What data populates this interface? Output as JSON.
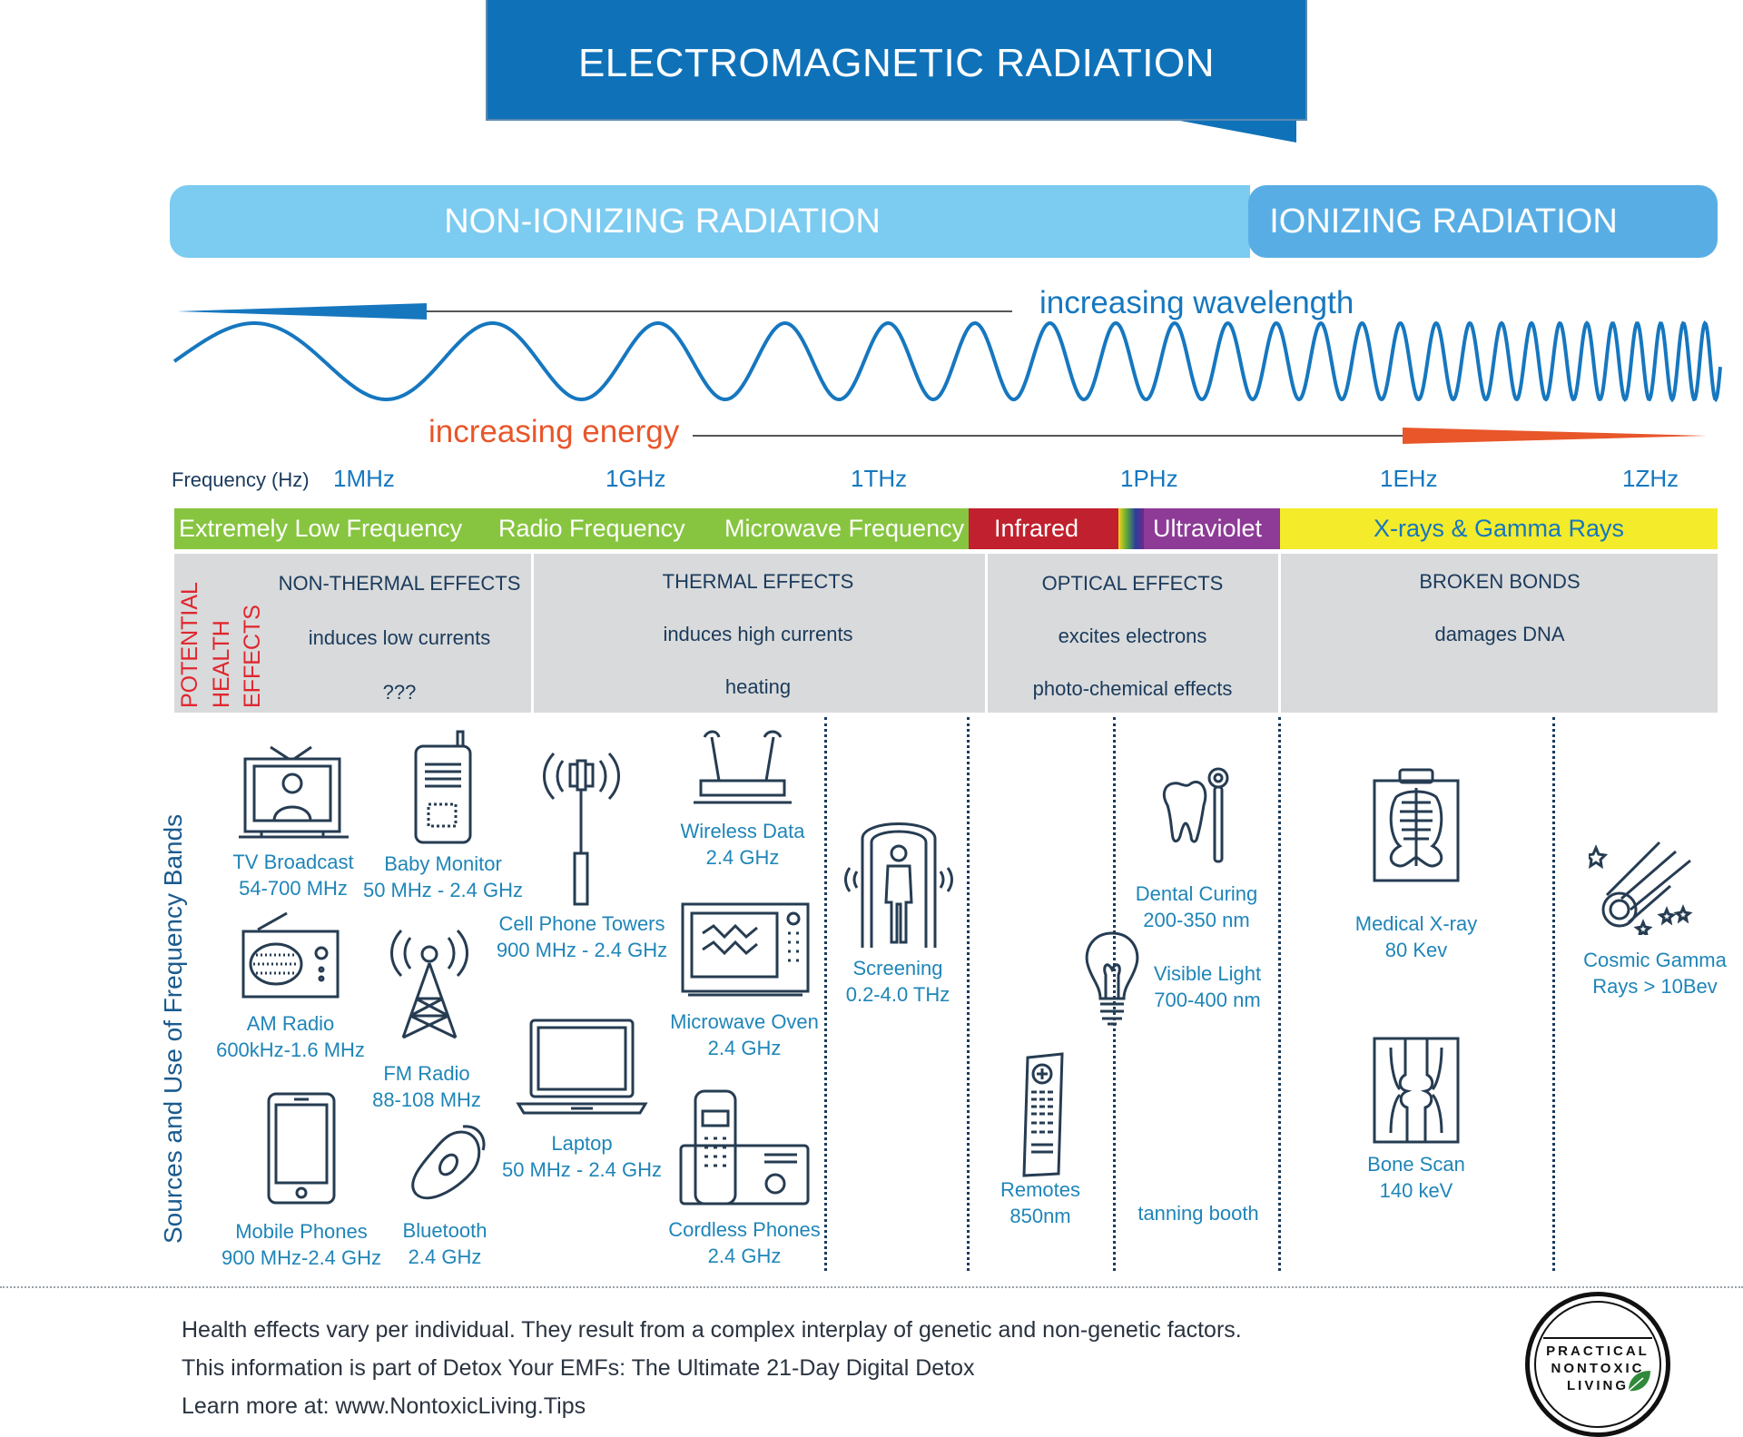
{
  "title": "ELECTROMAGNETIC RADIATION SPECTRUM",
  "radiation": {
    "non_ionizing": "NON-IONIZING RADIATION",
    "ionizing": "IONIZING RADIATION"
  },
  "wavelength_label": "increasing wavelength",
  "energy_label": "increasing energy",
  "frequency": {
    "title": "Frequency (Hz)",
    "ticks": [
      "1MHz",
      "1GHz",
      "1THz",
      "1PHz",
      "1EHz",
      "1ZHz"
    ]
  },
  "bands": {
    "elf": "Extremely Low Frequency",
    "rf": "Radio Frequency",
    "mw": "Microwave Frequency",
    "ir": "Infrared",
    "uv": "Ultraviolet",
    "xray": "X-rays & Gamma Rays"
  },
  "health": {
    "label_lines": [
      "POTENTIAL",
      "HEALTH",
      "EFFECTS"
    ],
    "groups": [
      {
        "heading": "NON-THERMAL EFFECTS",
        "lines": [
          "induces low currents",
          "???"
        ]
      },
      {
        "heading": "THERMAL EFFECTS",
        "lines": [
          "induces high currents",
          "heating"
        ]
      },
      {
        "heading": "OPTICAL EFFECTS",
        "lines": [
          "excites electrons",
          "photo-chemical effects"
        ]
      },
      {
        "heading": "BROKEN BONDS",
        "lines": [
          "damages DNA"
        ]
      }
    ]
  },
  "sources_label": "Sources and Use of Frequency Bands",
  "sources": {
    "tv": {
      "name": "TV Broadcast",
      "range": "54-700 MHz"
    },
    "baby": {
      "name": "Baby Monitor",
      "range": "50 MHz - 2.4 GHz"
    },
    "cell": {
      "name": "Cell Phone Towers",
      "range": "900 MHz - 2.4 GHz"
    },
    "wifi": {
      "name": "Wireless Data",
      "range": "2.4 GHz"
    },
    "am": {
      "name": "AM Radio",
      "range": "600kHz-1.6 MHz"
    },
    "fm": {
      "name": "FM Radio",
      "range": "88-108 MHz"
    },
    "microwave": {
      "name": "Microwave Oven",
      "range": "2.4 GHz"
    },
    "screening": {
      "name": "Screening",
      "range": "0.2-4.0 THz"
    },
    "mobile": {
      "name": "Mobile Phones",
      "range": "900 MHz-2.4 GHz"
    },
    "bluetooth": {
      "name": "Bluetooth",
      "range": "2.4 GHz"
    },
    "laptop": {
      "name": "Laptop",
      "range": "50 MHz - 2.4 GHz"
    },
    "cordless": {
      "name": "Cordless Phones",
      "range": "2.4 GHz"
    },
    "remotes": {
      "name": "Remotes",
      "range": "850nm"
    },
    "visible": {
      "name": "Visible Light",
      "range": "700-400 nm"
    },
    "dental": {
      "name": "Dental Curing",
      "range": "200-350 nm"
    },
    "tanning": {
      "name": "tanning booth"
    },
    "xray": {
      "name": "Medical X-ray",
      "range": "80 Kev"
    },
    "bone": {
      "name": "Bone Scan",
      "range": "140 keV"
    },
    "cosmic": {
      "name": "Cosmic Gamma",
      "range": "Rays > 10Bev"
    }
  },
  "footer": {
    "line1": "Health effects vary per individual. They result from a complex interplay of genetic and non-genetic factors.",
    "line2": "This information is part of Detox Your EMFs: The Ultimate 21-Day Digital Detox",
    "line3": "Learn more at: www.NontoxicLiving.Tips"
  },
  "logo": {
    "line1": "PRACTICAL",
    "line2": "NONTOXIC",
    "line3": "LIVING"
  },
  "colors": {
    "title_bg": "#0f72b9",
    "non_ionizing": "#7ccbf0",
    "ionizing": "#58aee4",
    "energy": "#e8562a",
    "wave": "#1677bf",
    "elf": "#87c540",
    "infrared": "#c1202e",
    "ultraviolet": "#8d3b97",
    "xray": "#f4eb2a",
    "health_label": "#e0262e"
  }
}
